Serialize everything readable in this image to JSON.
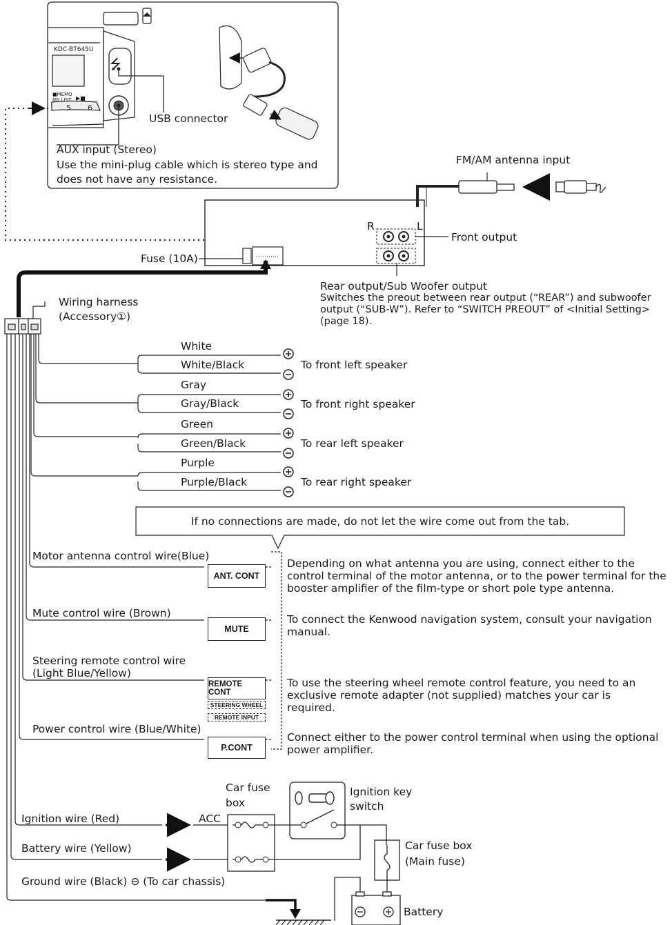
{
  "device": {
    "model_label": "KDC-BT645U",
    "memo_label": "■MEMO",
    "mylist_label": "MY LIST",
    "play_label": "▶■",
    "key_5": "5",
    "key_6": "6"
  },
  "callouts": {
    "usb_connector": "USB connector",
    "aux_input": "AUX input (Stereo)",
    "aux_note_line1": "Use the mini-plug cable which is stereo type and",
    "aux_note_line2": "does not have any resistance.",
    "fm_am_antenna": "FM/AM antenna input",
    "front_output": "Front output",
    "r_label": "R",
    "l_label": "L",
    "fuse": "Fuse (10A)",
    "rear_output_title": "Rear output/Sub Woofer output",
    "rear_output_desc": "Switches the preout between rear output (“REAR”) and subwoofer output (“SUB-W”). Refer to “SWITCH PREOUT” of <Initial Setting> (page 18).",
    "wiring_harness_line1": "Wiring harness",
    "wiring_harness_line2": "(Accessory①)"
  },
  "speakers": [
    {
      "pos_wire": "White",
      "neg_wire": "White/Black",
      "target": "To front left speaker"
    },
    {
      "pos_wire": "Gray",
      "neg_wire": "Gray/Black",
      "target": "To front right speaker"
    },
    {
      "pos_wire": "Green",
      "neg_wire": "Green/Black",
      "target": "To rear left speaker"
    },
    {
      "pos_wire": "Purple",
      "neg_wire": "Purple/Black",
      "target": "To rear right speaker"
    }
  ],
  "note_box": "If no connections are made, do not let the wire come out from the tab.",
  "controls": [
    {
      "wire": "Motor antenna control wire(Blue)",
      "tag": "ANT. CONT",
      "desc": "Depending on what antenna you are using, connect either to the control terminal of the motor antenna, or to the power terminal for the booster amplifier of the film-type or short pole type antenna."
    },
    {
      "wire": "Mute control wire (Brown)",
      "tag": "MUTE",
      "desc": "To connect the Kenwood navigation system, consult your navigation manual."
    },
    {
      "wire": "Steering remote control wire",
      "wire2": "(Light Blue/Yellow)",
      "tag": "REMOTE CONT",
      "tag_sub1": "STEERING WHEEL",
      "tag_sub2": "REMOTE INPUT",
      "desc": "To use the steering wheel remote control feature, you need to an exclusive remote adapter (not supplied) matches your car is required."
    },
    {
      "wire": "Power control wire (Blue/White)",
      "tag": "P.CONT",
      "desc": "Connect either to the power control terminal when using the optional power amplifier."
    }
  ],
  "power": {
    "car_fuse_box_line1": "Car fuse",
    "car_fuse_box_line2": "box",
    "ignition_key_line1": "Ignition key",
    "ignition_key_line2": "switch",
    "ignition_wire": "Ignition wire (Red)",
    "acc": "ACC",
    "battery_wire": "Battery wire (Yellow)",
    "main_fuse_line1": "Car fuse box",
    "main_fuse_line2": "(Main fuse)",
    "ground_wire": "Ground wire (Black) ⊖ (To car chassis)",
    "battery": "Battery"
  }
}
